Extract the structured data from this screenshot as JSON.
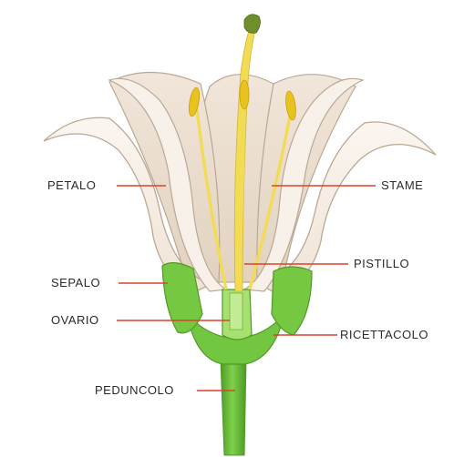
{
  "diagram": {
    "labels": {
      "petalo": "PETALO",
      "stame": "STAME",
      "pistillo": "PISTILLO",
      "sepalo": "SEPALO",
      "ovario": "OVARIO",
      "ricettacolo": "RICETTACOLO",
      "peduncolo": "PEDUNCOLO"
    },
    "colors": {
      "petal": "#f7efe6",
      "petal_shade": "#d8c8b6",
      "petal_outline": "#b9a892",
      "stem": "#6cc23a",
      "stem_dark": "#4e9a26",
      "stamen": "#f2dc55",
      "anther": "#e8c21e",
      "stigma": "#6f8f2a",
      "leader_line": "#d9442a",
      "text": "#2a2a2a"
    }
  }
}
